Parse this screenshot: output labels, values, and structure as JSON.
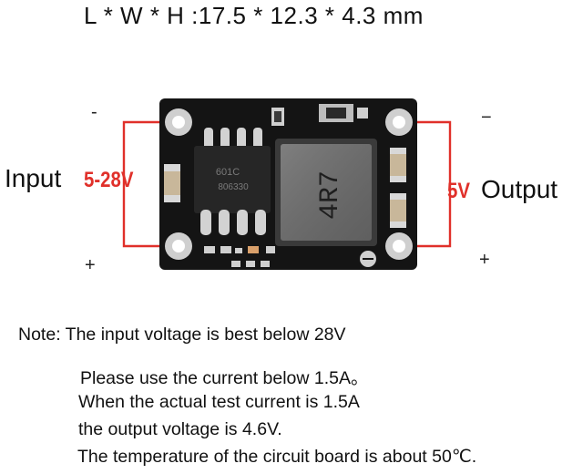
{
  "dimensions_text": "L * W * H :17.5 * 12.3 * 4.3 mm",
  "input": {
    "label": "Input",
    "voltage": "5-28V",
    "minus": "-",
    "plus": "+"
  },
  "output": {
    "label": "Output",
    "voltage": "5V",
    "minus": "−",
    "plus": "+"
  },
  "board": {
    "ic_marking_line1": "601C",
    "ic_marking_line2": "806330",
    "inductor_marking": "4R7"
  },
  "colors": {
    "accent_red": "#e0302a",
    "pcb": "#141414",
    "pad": "#c9c9c9",
    "inductor": "#6e6e6e"
  },
  "notes": [
    "Note: The input voltage is best below 28V",
    "Please use the current below 1.5A。",
    "When the actual test current is 1.5A",
    "the output voltage is 4.6V.",
    "The temperature of the circuit board is about 50℃."
  ]
}
